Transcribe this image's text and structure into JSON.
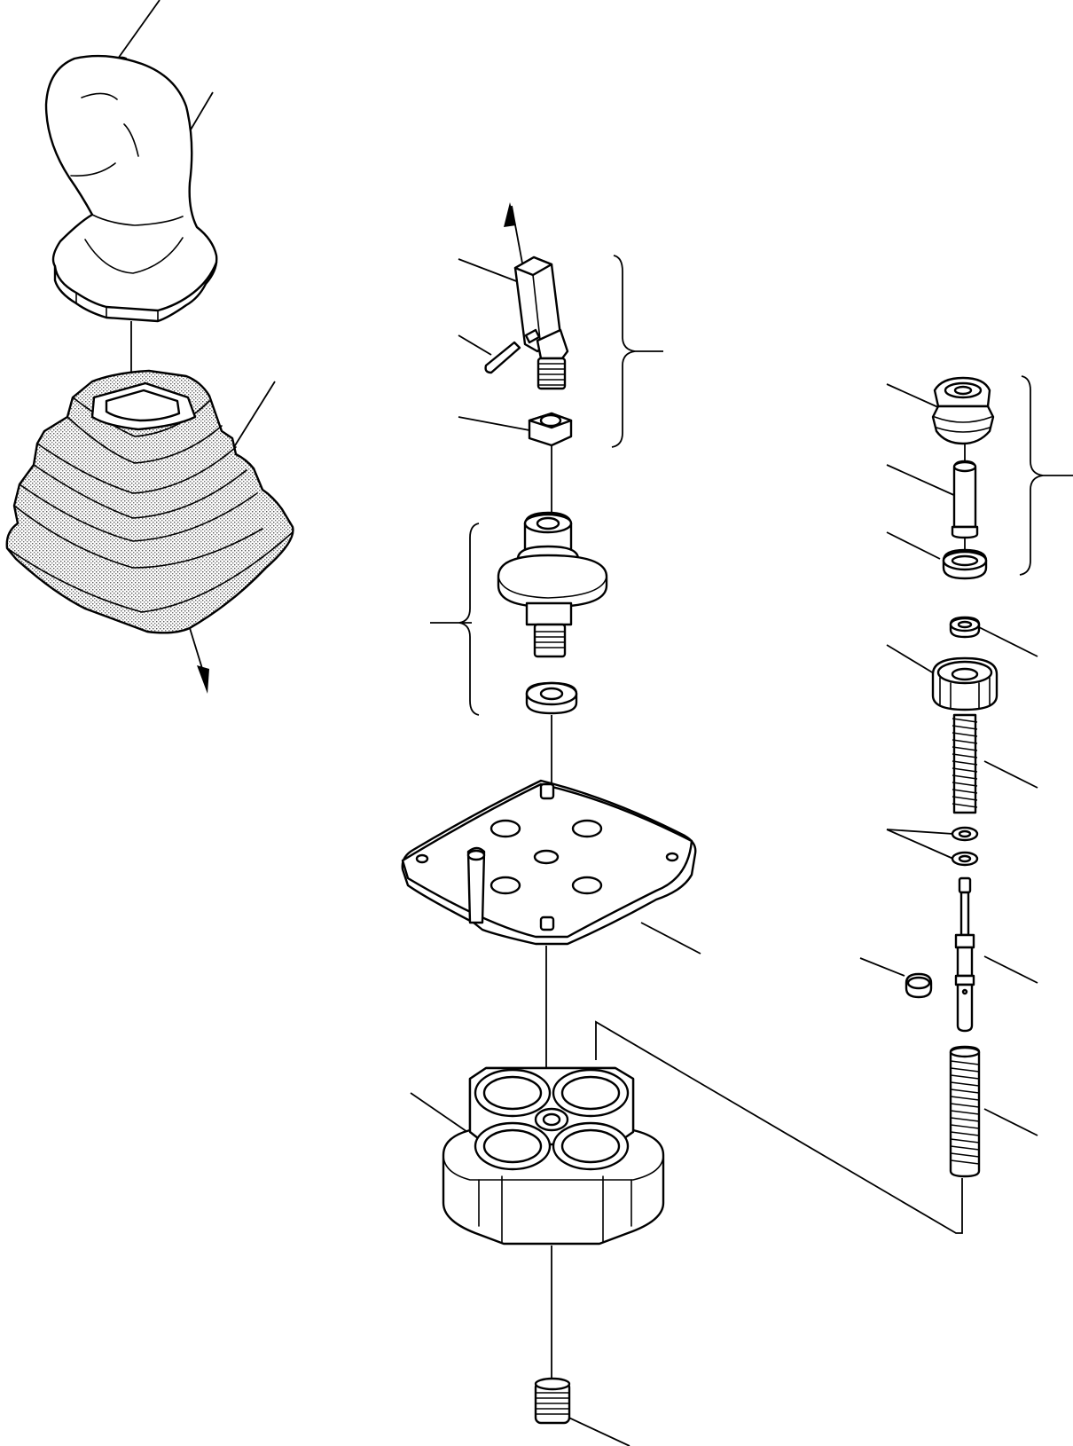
{
  "figure": {
    "type": "exploded-parts-diagram",
    "colors": {
      "ink": "#000000",
      "paper": "#ffffff",
      "stipple": "#9a9a9a"
    },
    "parts": [
      {
        "name": "lever-knob"
      },
      {
        "name": "boot"
      },
      {
        "name": "adapter-joint"
      },
      {
        "name": "pin"
      },
      {
        "name": "nut"
      },
      {
        "name": "universal-joint"
      },
      {
        "name": "washer"
      },
      {
        "name": "plate"
      },
      {
        "name": "body"
      },
      {
        "name": "plug"
      },
      {
        "name": "plug-seal-assembly"
      },
      {
        "name": "piston"
      },
      {
        "name": "seal-ring"
      },
      {
        "name": "retainer-washer"
      },
      {
        "name": "retainer"
      },
      {
        "name": "return-spring"
      },
      {
        "name": "shims"
      },
      {
        "name": "valve-stem"
      },
      {
        "name": "collar"
      },
      {
        "name": "metering-spring"
      }
    ]
  }
}
